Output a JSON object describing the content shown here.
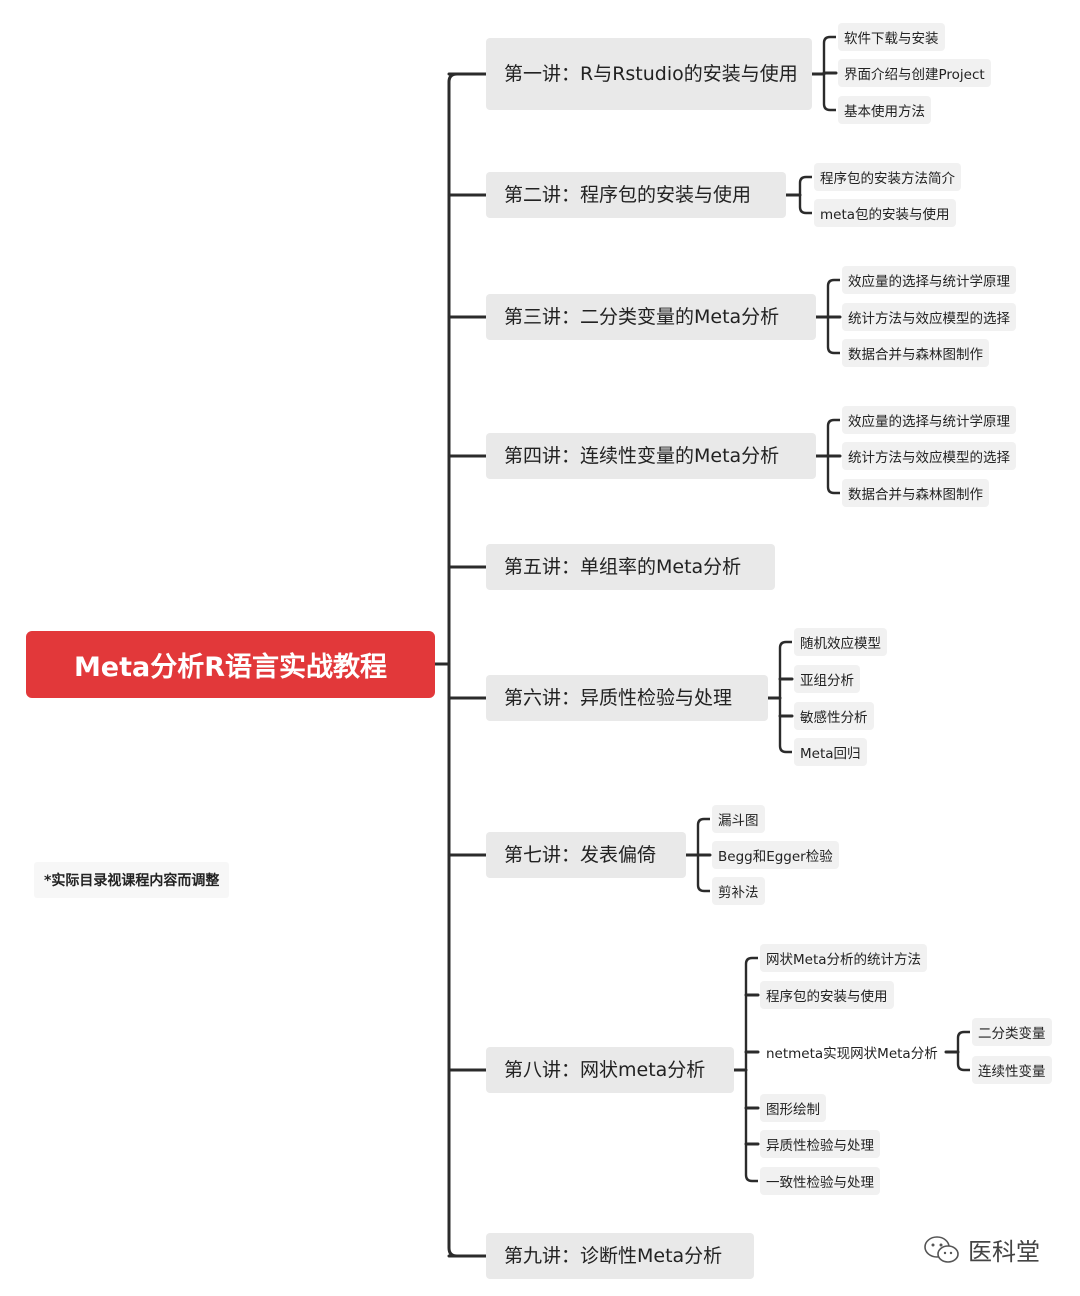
{
  "root": {
    "label": "Meta分析R语言实战教程"
  },
  "note": "*实际目录视课程内容而调整",
  "watermark": "医科堂",
  "icons": {
    "watermark": "wechat-icon"
  },
  "colors": {
    "root": "#e2383a",
    "node": "#e9e9e9",
    "line": "#2b2b2b"
  },
  "lectures": [
    {
      "label": "第一讲：R与Rstudio的安装与使用",
      "children": [
        "软件下载与安装",
        "界面介绍与创建Project",
        "基本使用方法"
      ]
    },
    {
      "label": "第二讲：程序包的安装与使用",
      "children": [
        "程序包的安装方法简介",
        "meta包的安装与使用"
      ]
    },
    {
      "label": "第三讲：二分类变量的Meta分析",
      "children": [
        "效应量的选择与统计学原理",
        "统计方法与效应模型的选择",
        "数据合并与森林图制作"
      ]
    },
    {
      "label": "第四讲：连续性变量的Meta分析",
      "children": [
        "效应量的选择与统计学原理",
        "统计方法与效应模型的选择",
        "数据合并与森林图制作"
      ]
    },
    {
      "label": "第五讲：单组率的Meta分析",
      "children": []
    },
    {
      "label": "第六讲：异质性检验与处理",
      "children": [
        "随机效应模型",
        "亚组分析",
        "敏感性分析",
        "Meta回归"
      ]
    },
    {
      "label": "第七讲：发表偏倚",
      "children": [
        "漏斗图",
        "Begg和Egger检验",
        "剪补法"
      ]
    },
    {
      "label": "第八讲：网状meta分析",
      "children": [
        "网状Meta分析的统计方法",
        "程序包的安装与使用",
        "netmeta实现网状Meta分析",
        "图形绘制",
        "异质性检验与处理",
        "一致性检验与处理"
      ]
    },
    {
      "label": "第九讲：诊断性Meta分析",
      "children": []
    }
  ],
  "netmeta_children": [
    "二分类变量",
    "连续性变量"
  ]
}
